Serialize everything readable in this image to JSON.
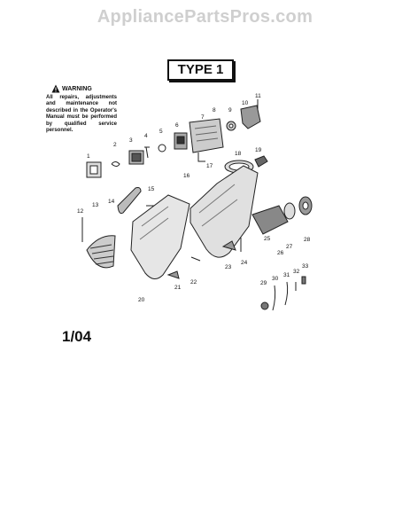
{
  "watermark": "AppliancePartsPros.com",
  "type_label": "TYPE 1",
  "warning": {
    "title": "WARNING",
    "text": "All repairs, adjustments and maintenance not described in the Operator's Manual must be performed by qualified service personnel."
  },
  "date_code": "1/04",
  "part_numbers": [
    "1",
    "2",
    "3",
    "4",
    "5",
    "6",
    "7",
    "8",
    "9",
    "10",
    "11",
    "12",
    "13",
    "14",
    "15",
    "16",
    "17",
    "18",
    "19",
    "20",
    "21",
    "22",
    "23",
    "24",
    "25",
    "26",
    "27",
    "28",
    "29",
    "30",
    "31",
    "32",
    "33"
  ]
}
